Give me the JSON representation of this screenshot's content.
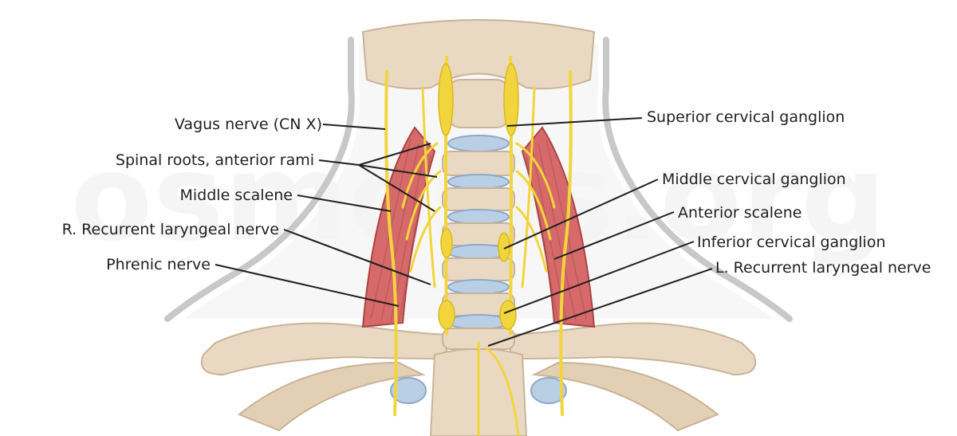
{
  "labels": {
    "vagus": "Vagus nerve (CN X)",
    "spinal_roots": "Spinal roots, anterior rami",
    "middle_scalene": "Middle scalene",
    "r_recurrent": "R. Recurrent laryngeal nerve",
    "phrenic": "Phrenic nerve",
    "superior_ganglion": "Superior cervical ganglion",
    "middle_ganglion": "Middle cervical ganglion",
    "anterior_scalene": "Anterior scalene",
    "inferior_ganglion": "Inferior cervical ganglion",
    "l_recurrent": "L. Recurrent laryngeal nerve"
  },
  "watermark": "osmosis.org",
  "colors": {
    "bone": "#e9d9c2",
    "bone_shadow": "#c9b397",
    "nerve": "#f2d53c",
    "muscle": "#d66a6a",
    "disc": "#b9cfe6",
    "neck_outline": "#c8c8c8",
    "leader": "#1f1f1f"
  }
}
